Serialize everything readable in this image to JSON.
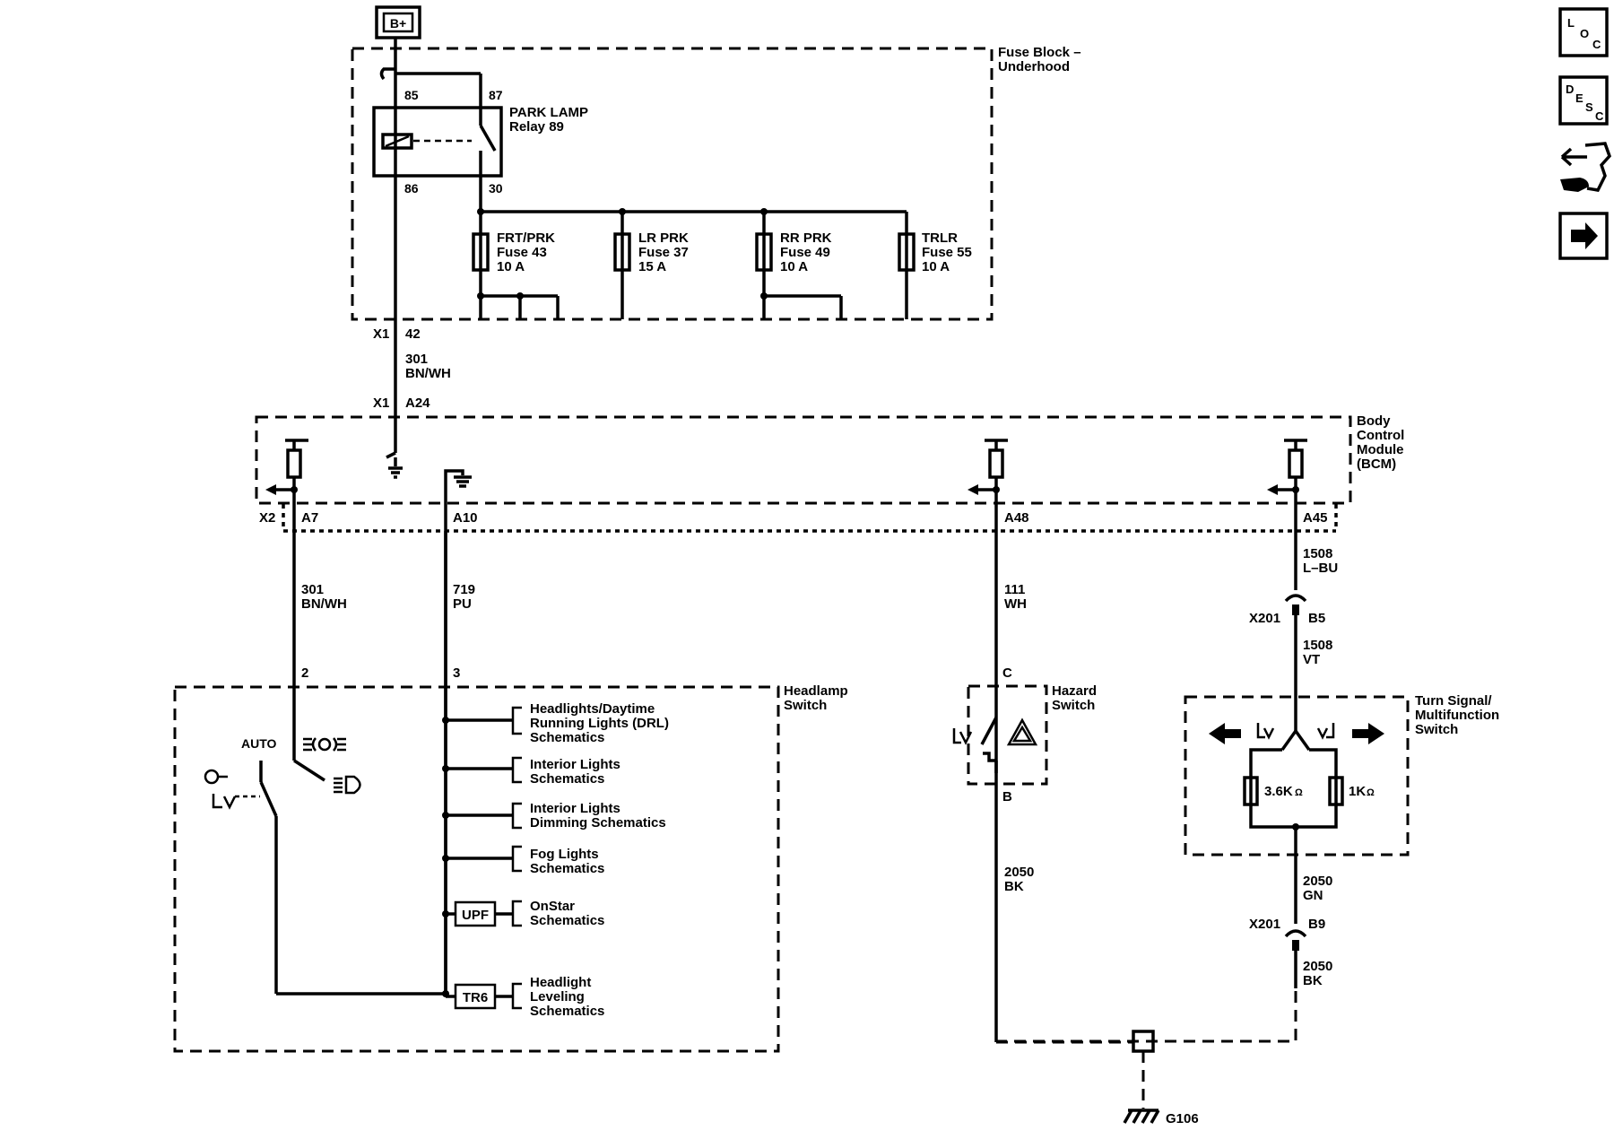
{
  "power": {
    "source": "B+"
  },
  "fuse_block": {
    "title_line1": "Fuse Block –",
    "title_line2": "Underhood",
    "relay": {
      "name_line1": "PARK LAMP",
      "name_line2": "Relay 89",
      "pin85": "85",
      "pin87": "87",
      "pin86": "86",
      "pin30": "30"
    },
    "fuses": [
      {
        "name": "FRT/PRK",
        "fuse": "Fuse 43",
        "rating": "10 A"
      },
      {
        "name": "LR PRK",
        "fuse": "Fuse 37",
        "rating": "15 A"
      },
      {
        "name": "RR PRK",
        "fuse": "Fuse 49",
        "rating": "10 A"
      },
      {
        "name": "TRLR",
        "fuse": "Fuse 55",
        "rating": "10 A"
      }
    ],
    "connector": "X1",
    "pin": "42"
  },
  "wire_301_top": {
    "circuit": "301",
    "color": "BN/WH"
  },
  "bcm": {
    "title_line1": "Body",
    "title_line2": "Control",
    "title_line3": "Module",
    "title_line4": "(BCM)",
    "connector_top": "X1",
    "pin_top": "A24",
    "connector_bottom": "X2",
    "pins": {
      "a7": "A7",
      "a10": "A10",
      "a48": "A48",
      "a45": "A45"
    }
  },
  "wires": {
    "w301": {
      "circuit": "301",
      "color": "BN/WH"
    },
    "w719": {
      "circuit": "719",
      "color": "PU"
    },
    "w111": {
      "circuit": "111",
      "color": "WH"
    },
    "w1508a": {
      "circuit": "1508",
      "color": "L–BU"
    },
    "w1508b": {
      "circuit": "1508",
      "color": "VT"
    },
    "w2050_hazard": {
      "circuit": "2050",
      "color": "BK"
    },
    "w2050_gn": {
      "circuit": "2050",
      "color": "GN"
    },
    "w2050_bk": {
      "circuit": "2050",
      "color": "BK"
    }
  },
  "headlamp_switch": {
    "title_line1": "Headlamp",
    "title_line2": "Switch",
    "pin2": "2",
    "pin3": "3",
    "auto_label": "AUTO",
    "references": [
      {
        "line1": "Headlights/Daytime",
        "line2": "Running Lights (DRL)",
        "line3": "Schematics"
      },
      {
        "line1": "Interior Lights",
        "line2": "Schematics",
        "line3": ""
      },
      {
        "line1": "Interior Lights",
        "line2": "Dimming Schematics",
        "line3": ""
      },
      {
        "line1": "Fog Lights",
        "line2": "Schematics",
        "line3": ""
      },
      {
        "line1": "OnStar",
        "line2": "Schematics",
        "line3": "",
        "option": "UPF"
      },
      {
        "line1": "Headlight",
        "line2": "Leveling",
        "line3": "Schematics",
        "option": "TR6"
      }
    ]
  },
  "hazard_switch": {
    "title_line1": "Hazard",
    "title_line2": "Switch",
    "pin_c": "C",
    "pin_b": "B"
  },
  "turn_switch": {
    "title_line1": "Turn Signal/",
    "title_line2": "Multifunction",
    "title_line3": "Switch",
    "r1": "3.6K",
    "r2": "1K",
    "ohm": "Ω"
  },
  "connectors": {
    "x201_b5": {
      "name": "X201",
      "pin": "B5"
    },
    "x201_b9": {
      "name": "X201",
      "pin": "B9"
    }
  },
  "ground": {
    "name": "G106"
  },
  "nav": {
    "loc": {
      "l1": "L",
      "l2": "O",
      "l3": "C"
    },
    "desc": {
      "l1": "D",
      "l2": "E",
      "l3": "S",
      "l4": "C"
    }
  }
}
